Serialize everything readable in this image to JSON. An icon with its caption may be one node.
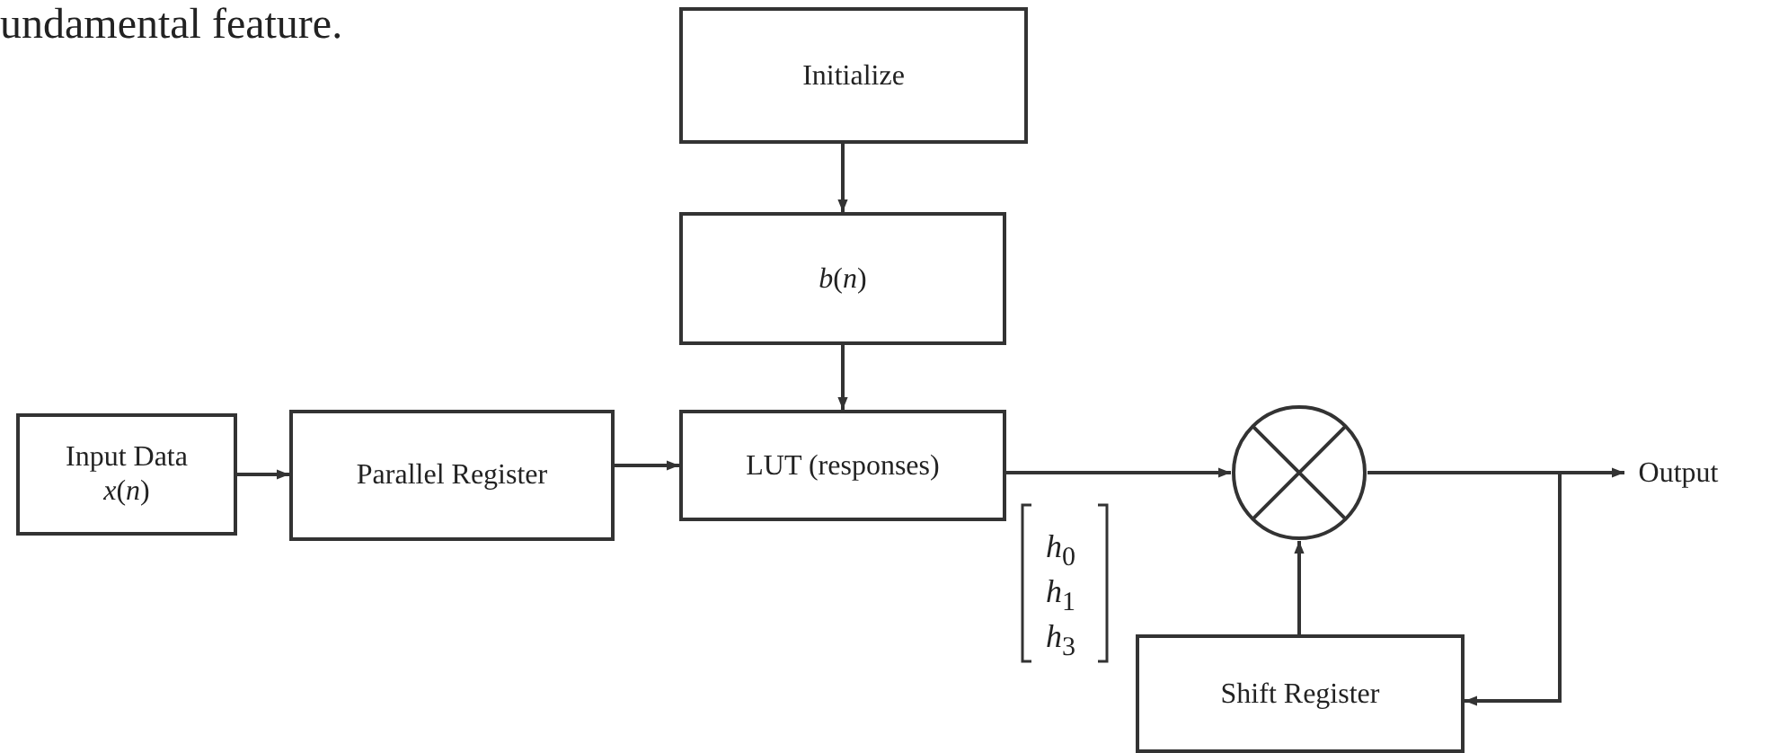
{
  "diagram": {
    "nodes": [
      {
        "text": [
          "Initialize"
        ]
      },
      {
        "text": [
          "*b*(*n*)"
        ]
      },
      {
        "text": [
          "Input Data",
          "*x*(*n*)"
        ]
      },
      {
        "text": [
          "Parallel Register"
        ]
      },
      {
        "text": [
          "LUT (responses)"
        ]
      },
      {
        "text": [],
        "shape": "circle"
      },
      {
        "text": [
          "Output"
        ]
      },
      {
        "text": [
          "Shift Register"
        ]
      }
    ],
    "edges": [
      {
        "from": 0,
        "to": 1,
        "arrow": "to"
      },
      {
        "from": 1,
        "to": 4,
        "arrow": "to"
      },
      {
        "from": 2,
        "to": 3,
        "arrow": "to"
      },
      {
        "from": 3,
        "to": 4,
        "arrow": "to"
      },
      {
        "from": 4,
        "to": 5,
        "arrow": "to"
      },
      {
        "from": 7,
        "to": 5,
        "arrow": "to"
      },
      {
        "from": 5,
        "to": 6,
        "arrow": "to"
      },
      {
        "from": 5,
        "to": 7,
        "arrow": "to"
      }
    ],
    "labels": [
      "undamental feature.",
      "*h*$_{0}$",
      "*h*$_{1}$",
      "*h*$_{3}$"
    ]
  }
}
